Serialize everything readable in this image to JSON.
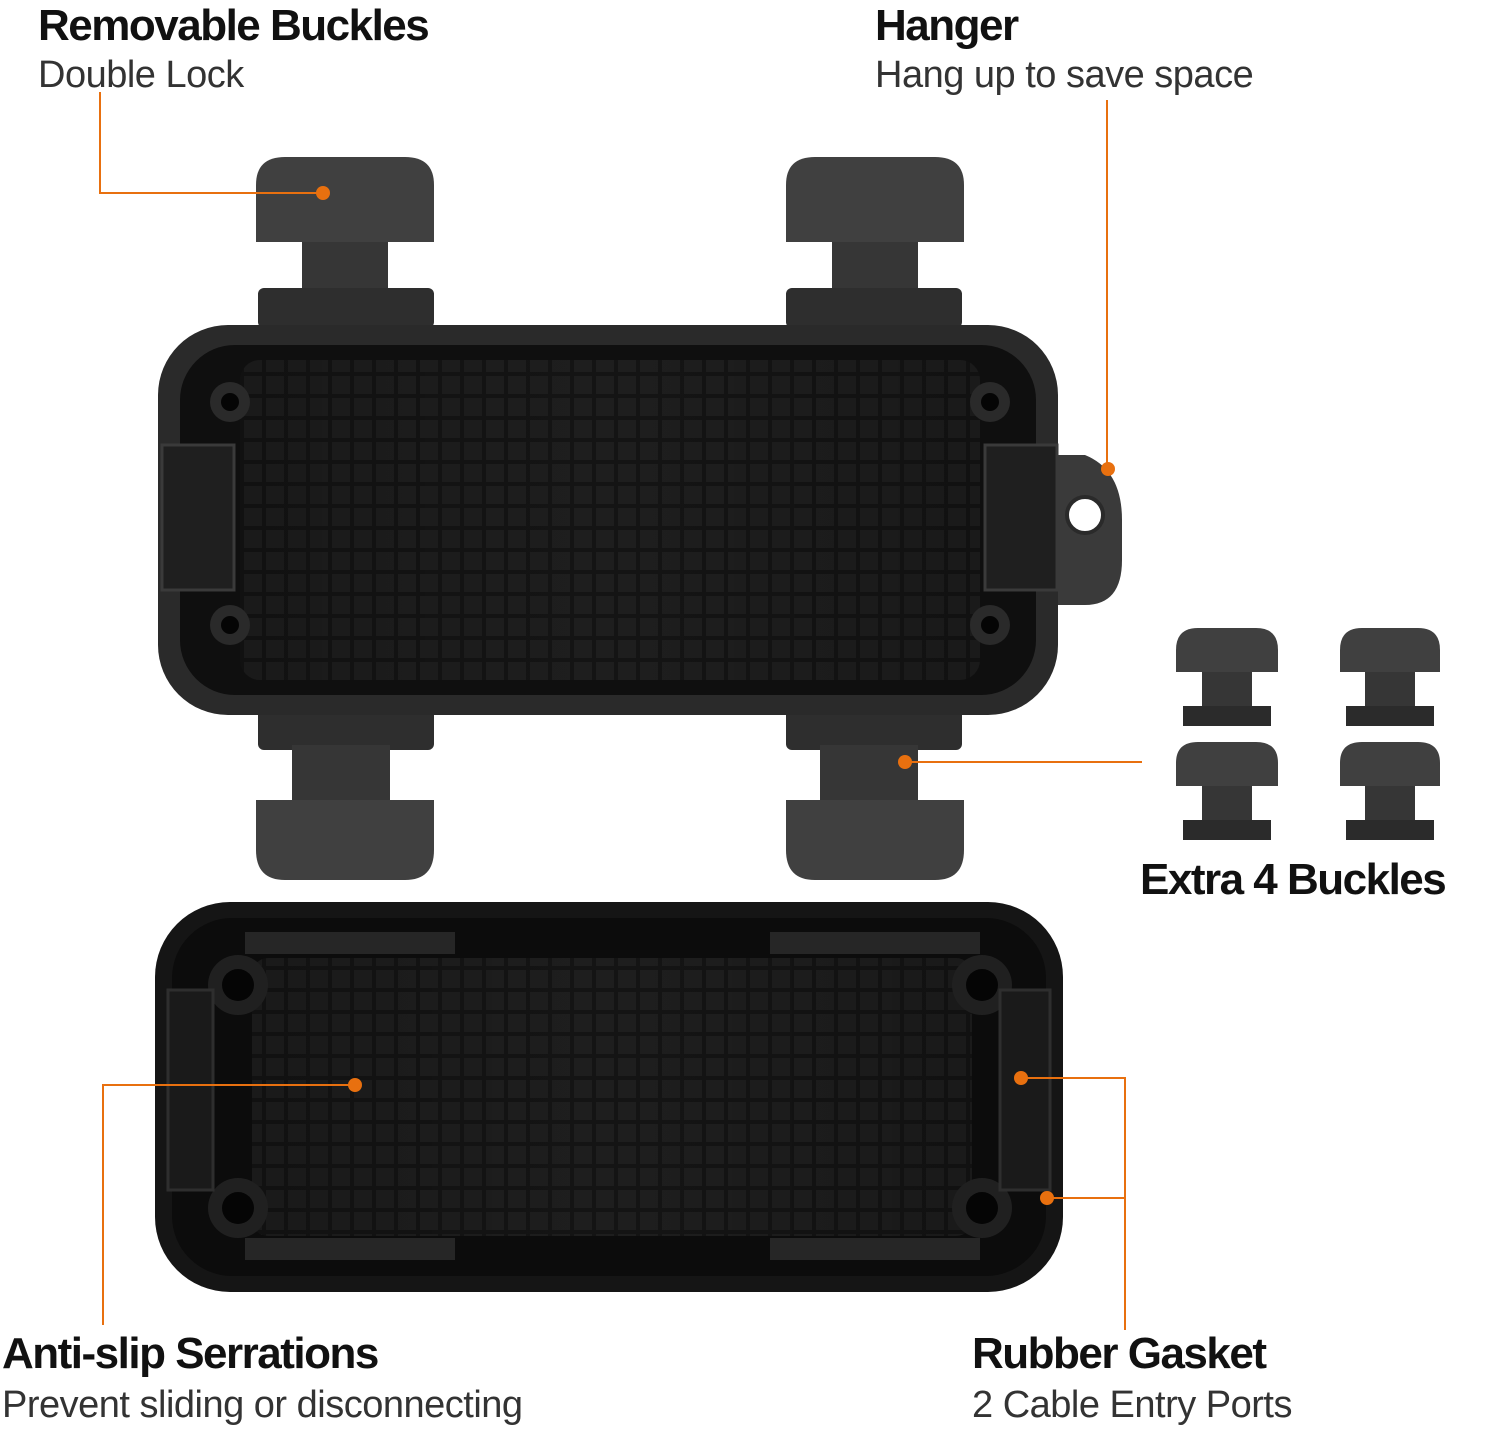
{
  "accent_color": "#E8700F",
  "product_color": "#1c1c1c",
  "callouts": {
    "buckles": {
      "title": "Removable Buckles",
      "subtitle": "Double Lock"
    },
    "hanger": {
      "title": "Hanger",
      "subtitle": "Hang up to save space"
    },
    "extra": {
      "title": "Extra 4 Buckles"
    },
    "serrations": {
      "title": "Anti-slip Serrations",
      "subtitle": "Prevent sliding or disconnecting"
    },
    "gasket": {
      "title": "Rubber Gasket",
      "subtitle": "2 Cable Entry Ports"
    }
  }
}
